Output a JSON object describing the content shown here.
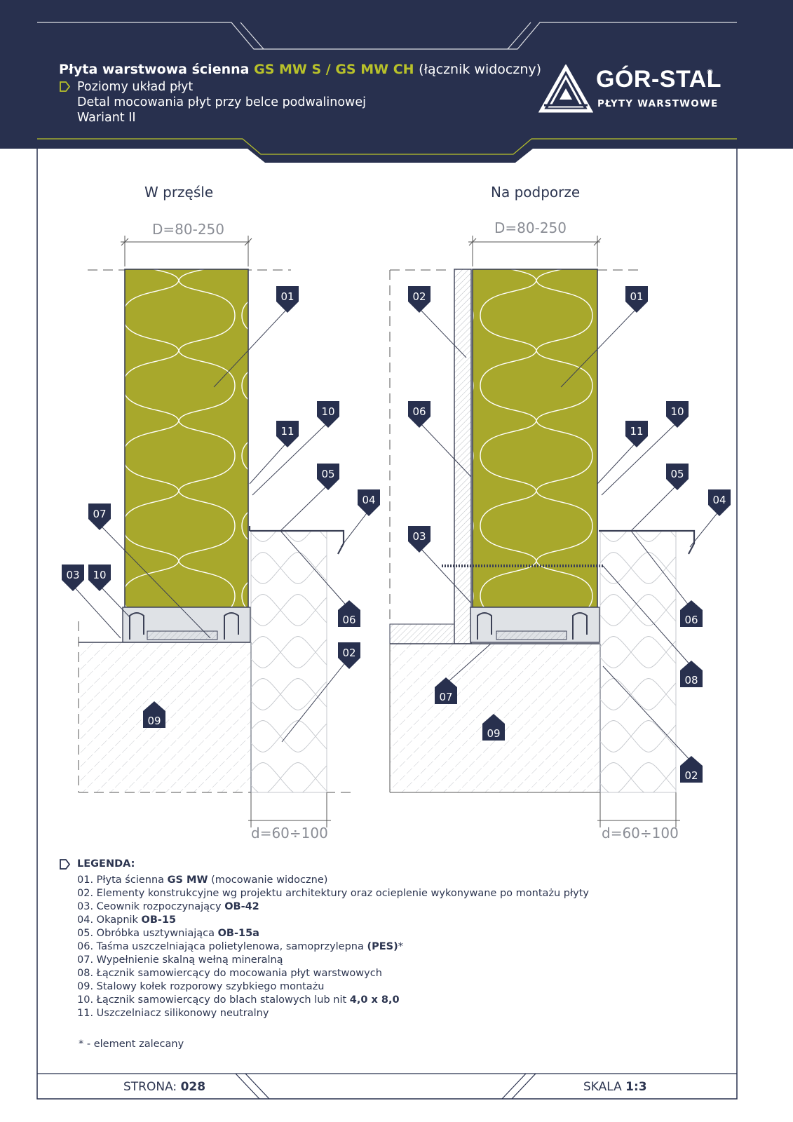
{
  "header": {
    "title_prefix": "Płyta warstwowa ścienna",
    "title_codes": "GS MW S / GS MW CH",
    "title_suffix": "(łącznik widoczny)",
    "sub_lines": [
      "Poziomy układ płyt",
      "Detal mocowania płyt przy belce podwalinowej",
      "Wariant II"
    ]
  },
  "logo": {
    "name": "GÓR-STAL",
    "registered": "®",
    "tagline": "PŁYTY WARSTWOWE"
  },
  "views": {
    "left_title": "W przęśle",
    "right_title": "Na podporze",
    "left_dim_top": "D=80-250",
    "right_dim_top": "D=80-250",
    "left_dim_bottom": "d=60÷100",
    "right_dim_bottom": "d=60÷100"
  },
  "tags": {
    "left": [
      "01",
      "10",
      "11",
      "05",
      "04",
      "07",
      "03",
      "10",
      "06",
      "02",
      "09"
    ],
    "right": [
      "02",
      "01",
      "06",
      "10",
      "11",
      "05",
      "04",
      "03",
      "06",
      "08",
      "07",
      "09",
      "02"
    ]
  },
  "legend": {
    "heading": "LEGENDA:",
    "items": [
      {
        "text": "01. Płyta ścienna ",
        "bold": "GS MW",
        "after": " (mocowanie widoczne)"
      },
      {
        "text": "02. Elementy konstrukcyjne wg projektu architektury oraz ocieplenie wykonywane po montażu płyty",
        "bold": "",
        "after": ""
      },
      {
        "text": "03. Ceownik rozpoczynający ",
        "bold": "OB-42",
        "after": ""
      },
      {
        "text": "04. Okapnik ",
        "bold": "OB-15",
        "after": ""
      },
      {
        "text": "05. Obróbka usztywniająca ",
        "bold": "OB-15a",
        "after": ""
      },
      {
        "text": "06. Taśma uszczelniająca polietylenowa, samoprzylepna ",
        "bold": "(PES)",
        "after": "*"
      },
      {
        "text": "07. Wypełnienie skalną wełną mineralną",
        "bold": "",
        "after": ""
      },
      {
        "text": "08. Łącznik samowiercący do mocowania płyt warstwowych",
        "bold": "",
        "after": ""
      },
      {
        "text": "09. Stalowy kołek rozporowy szybkiego montażu",
        "bold": "",
        "after": ""
      },
      {
        "text": "10. Łącznik samowiercący do blach stalowych lub nit ",
        "bold": "4,0 x 8,0",
        "after": ""
      },
      {
        "text": "11. Uszczelniacz silikonowy neutralny",
        "bold": "",
        "after": ""
      }
    ],
    "note": "* -  element zalecany"
  },
  "footer": {
    "page_label": "STRONA:",
    "page_number": "028",
    "scale_label": "SKALA",
    "scale_value": "1:3"
  },
  "colors": {
    "navy": "#28304e",
    "accent": "#b8c12a",
    "panel_fill": "#a8a82c"
  }
}
